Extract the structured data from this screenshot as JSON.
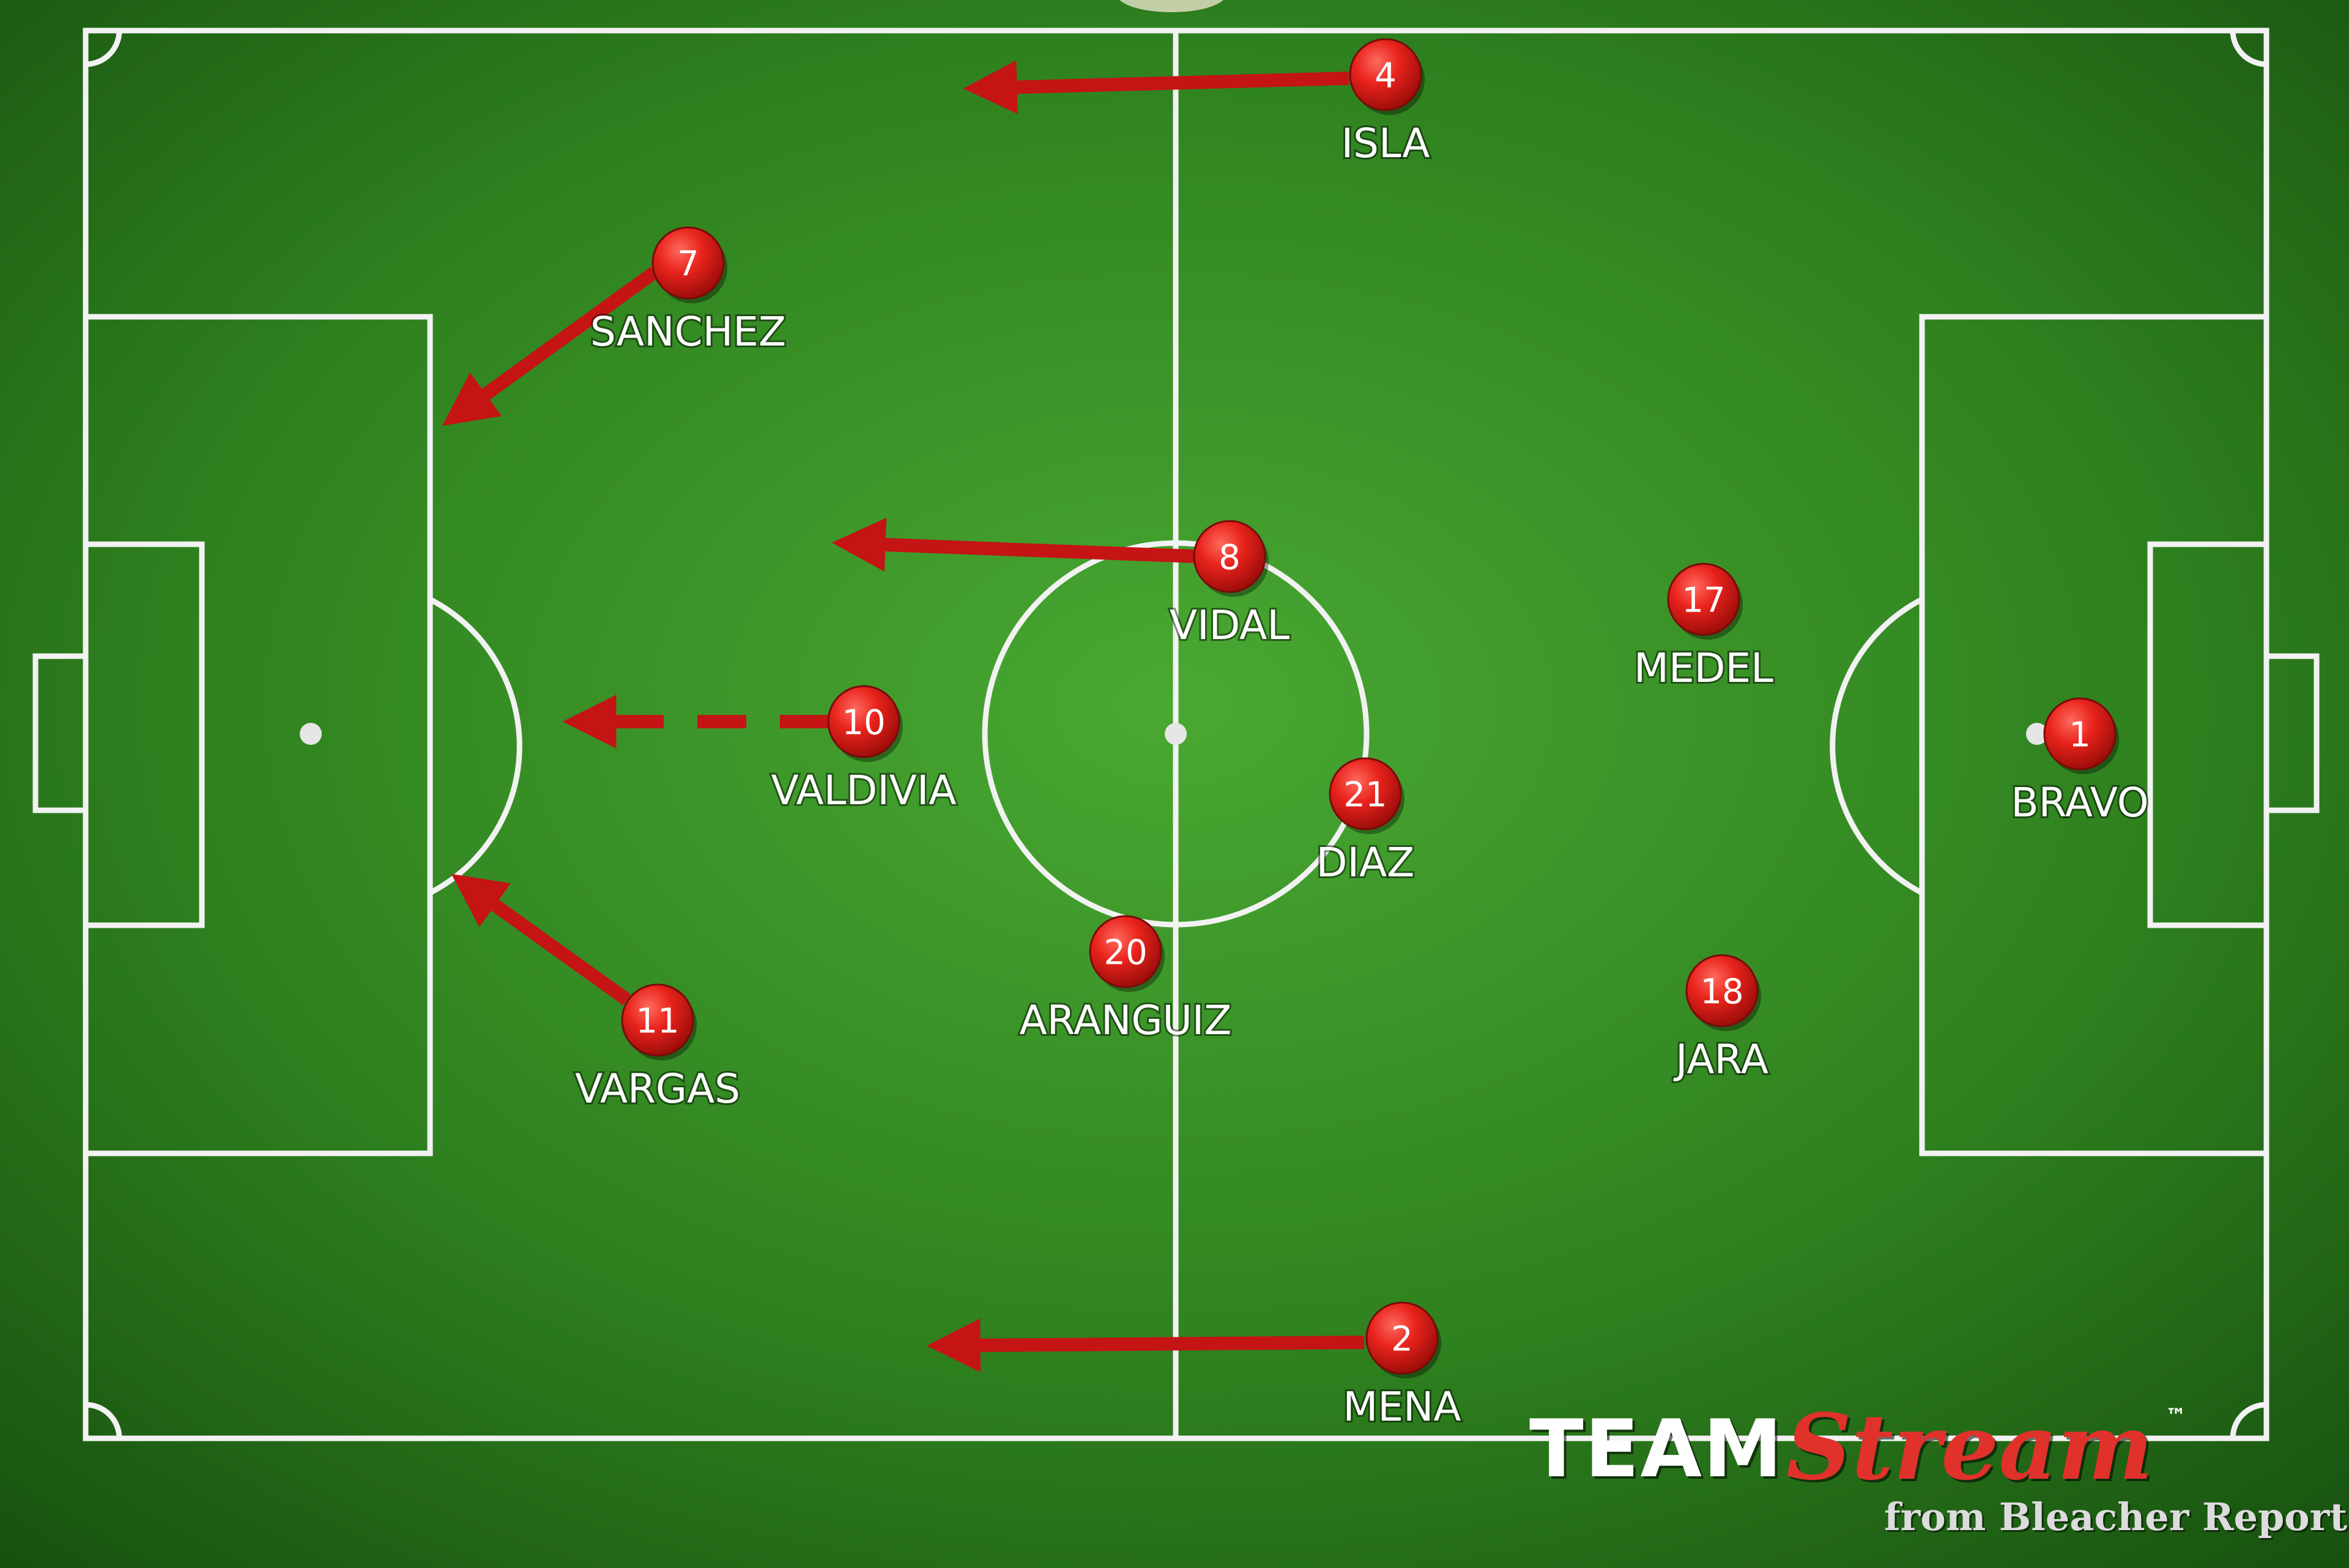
{
  "colors": {
    "grass_light": "#3f9a2a",
    "grass_dark": "#1a5a12",
    "line": "#f2f2f2",
    "player_red": "#e21b1b",
    "arrow_red": "#c41414"
  },
  "players": [
    {
      "number": "4",
      "name": "ISLA"
    },
    {
      "number": "7",
      "name": "SANCHEZ"
    },
    {
      "number": "8",
      "name": "VIDAL"
    },
    {
      "number": "17",
      "name": "MEDEL"
    },
    {
      "number": "10",
      "name": "VALDIVIA"
    },
    {
      "number": "1",
      "name": "BRAVO"
    },
    {
      "number": "21",
      "name": "DIAZ"
    },
    {
      "number": "20",
      "name": "ARANGUIZ"
    },
    {
      "number": "18",
      "name": "JARA"
    },
    {
      "number": "11",
      "name": "VARGAS"
    },
    {
      "number": "2",
      "name": "MENA"
    }
  ],
  "brand": {
    "team": "TEAM",
    "stream": "Stream",
    "trademark": "™",
    "from": "from Bleacher Report"
  }
}
